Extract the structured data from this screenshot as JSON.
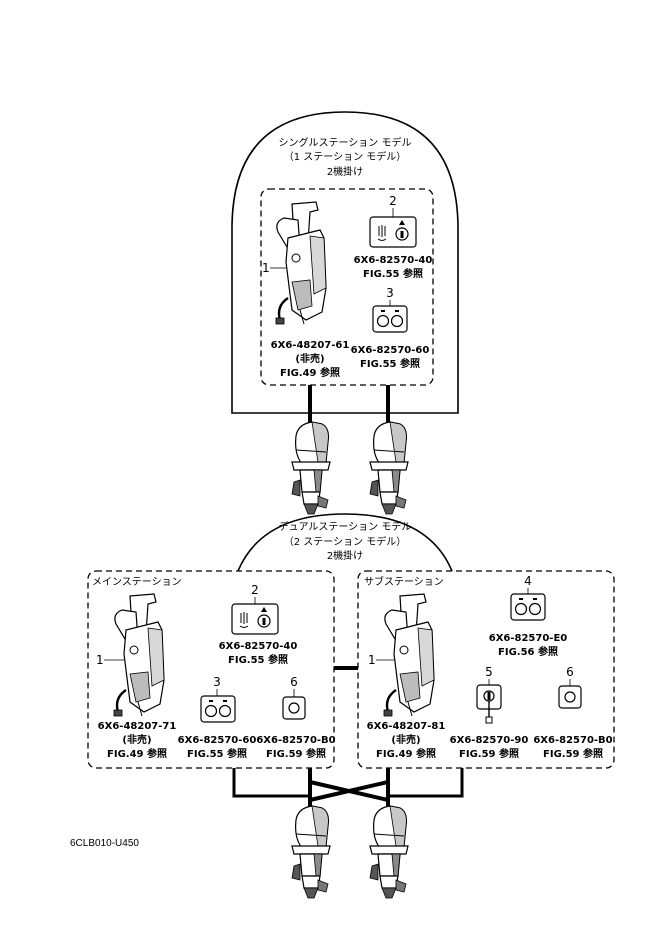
{
  "single": {
    "title": "シングルステーション モデル",
    "subtitle": "（1 ステーション モデル）",
    "engines": "2機掛け",
    "remote": {
      "callout": "1",
      "part": "6X6-48207-61",
      "note": "(非売)",
      "ref": "FIG.49 参照"
    },
    "switch": {
      "callout": "2",
      "part": "6X6-82570-40",
      "ref": "FIG.55 参照"
    },
    "panel": {
      "callout": "3",
      "part": "6X6-82570-60",
      "ref": "FIG.55 参照"
    }
  },
  "dual": {
    "title": "デュアルステーション モデル",
    "subtitle": "（2 ステーション モデル）",
    "engines": "2機掛け",
    "main": {
      "label": "メインステーション",
      "remote": {
        "callout": "1",
        "part": "6X6-48207-71",
        "note": "(非売)",
        "ref": "FIG.49 参照"
      },
      "switch": {
        "callout": "2",
        "part": "6X6-82570-40",
        "ref": "FIG.55 参照"
      },
      "panel": {
        "callout": "3",
        "part": "6X6-82570-60",
        "ref": "FIG.55 参照"
      },
      "single": {
        "callout": "6",
        "part": "6X6-82570-B0",
        "ref": "FIG.59 参照"
      }
    },
    "sub": {
      "label": "サブステーション",
      "remote": {
        "callout": "1",
        "part": "6X6-48207-81",
        "note": "(非売)",
        "ref": "FIG.49 参照"
      },
      "panel": {
        "callout": "4",
        "part": "6X6-82570-E0",
        "ref": "FIG.56 参照"
      },
      "key": {
        "callout": "5",
        "part": "6X6-82570-90",
        "ref": "FIG.59 参照"
      },
      "single": {
        "callout": "6",
        "part": "6X6-82570-B0",
        "ref": "FIG.59 参照"
      }
    }
  },
  "figure_code": "6CLB010-U450"
}
